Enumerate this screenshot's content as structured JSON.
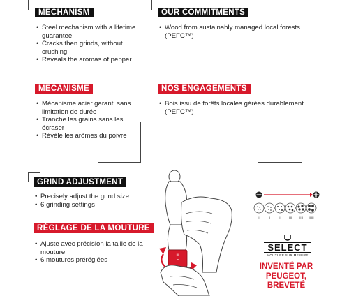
{
  "sections": {
    "mechanism_en": {
      "title": "MECHANISM",
      "items": [
        "Steel mechanism with a lifetime guarantee",
        "Cracks then grinds, without crushing",
        "Reveals the aromas of pepper"
      ]
    },
    "commitments_en": {
      "title": "OUR COMMITMENTS",
      "items": [
        "Wood from sustainably managed local forests (PEFC™)"
      ]
    },
    "mechanism_fr": {
      "title": "MÉCANISME",
      "items": [
        "Mécanisme acier garanti sans limitation de durée",
        "Tranche les grains sans les écraser",
        "Révèle les arômes du poivre"
      ]
    },
    "commitments_fr": {
      "title": "NOS ENGAGEMENTS",
      "items": [
        "Bois issu de forêts locales gérées durablement (PEFC™)"
      ]
    },
    "grind_en": {
      "title": "GRIND ADJUSTMENT",
      "items": [
        "Precisely adjust the grind size",
        "6 grinding settings"
      ]
    },
    "grind_fr": {
      "title": "RÉGLAGE DE LA MOUTURE",
      "items": [
        "Ajuste avec précision la taille de la mouture",
        "6 moutures préréglées"
      ]
    }
  },
  "grind_scale": {
    "minus": "−",
    "plus": "+",
    "labels": [
      "I",
      "II",
      "III",
      "IIII",
      "IIIII",
      "IIIIII"
    ]
  },
  "select_logo": {
    "word": "SELECT",
    "tagline": "MOUTURE SUR MESURE"
  },
  "invented": {
    "line1": "INVENTÉ PAR",
    "line2": "PEUGEOT,",
    "line3": "BREVETÉ"
  },
  "colors": {
    "accent": "#d7192b",
    "dark": "#111111"
  }
}
